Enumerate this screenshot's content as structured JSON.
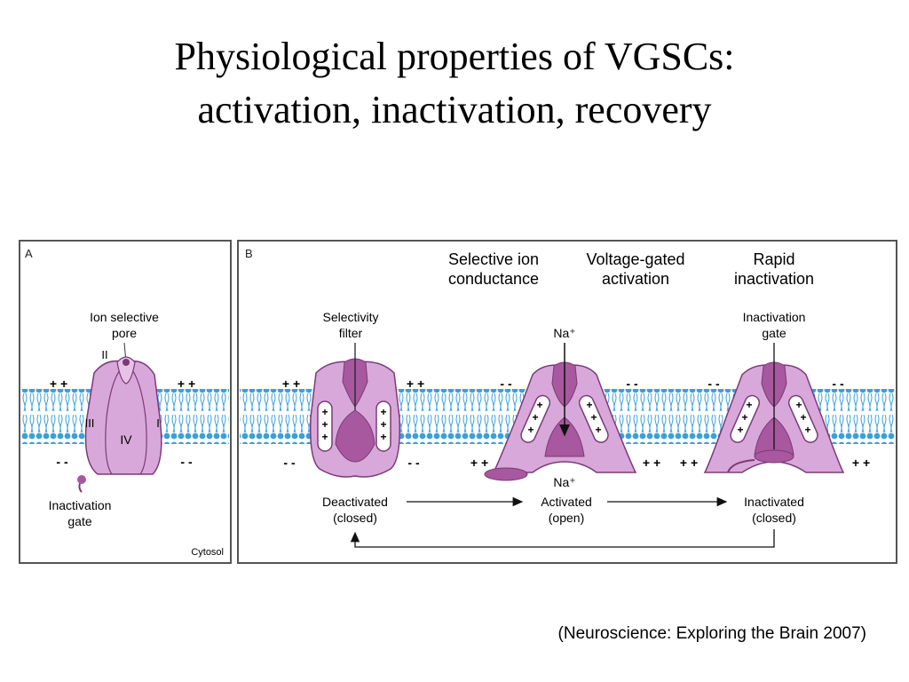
{
  "slide": {
    "title_line1": "Physiological properties of VGSCs:",
    "title_line2": "activation, inactivation, recovery",
    "citation": "(Neuroscience: Exploring the Brain 2007)"
  },
  "panel_a": {
    "letter": "A",
    "pore_label_line1": "Ion selective",
    "pore_label_line2": "pore",
    "domain_labels": [
      "I",
      "II",
      "III",
      "IV"
    ],
    "charge_top_left": "+ +",
    "charge_top_right": "+ +",
    "charge_bottom_left": "- -",
    "charge_bottom_right": "- -",
    "gate_label_line1": "Inactivation",
    "gate_label_line2": "gate",
    "cytosol_label": "Cytosol"
  },
  "panel_b": {
    "letter": "B",
    "headers": [
      {
        "line1": "Selective ion",
        "line2": "conductance"
      },
      {
        "line1": "Voltage-gated",
        "line2": "activation"
      },
      {
        "line1": "Rapid",
        "line2": "inactivation"
      }
    ],
    "selectivity_filter_line1": "Selectivity",
    "selectivity_filter_line2": "filter",
    "na_top": "Na⁺",
    "na_bottom": "Na⁺",
    "inactivation_gate_line1": "Inactivation",
    "inactivation_gate_line2": "gate",
    "charges_top": [
      "+ +",
      "+ +",
      "- -",
      "- -",
      "- -",
      "- -"
    ],
    "charges_bottom": [
      "- -",
      "- -",
      "+ +",
      "+ +",
      "+ +",
      "+ +"
    ],
    "states": [
      {
        "line1": "Deactivated",
        "line2": "(closed)"
      },
      {
        "line1": "Activated",
        "line2": "(open)"
      },
      {
        "line1": "Inactivated",
        "line2": "(closed)"
      }
    ],
    "sensor_charge": "+"
  },
  "colors": {
    "membrane": "#3aa0d8",
    "channel_fill": "#d9a8da",
    "channel_dark": "#a8589e",
    "channel_stroke": "#7a3a78"
  }
}
